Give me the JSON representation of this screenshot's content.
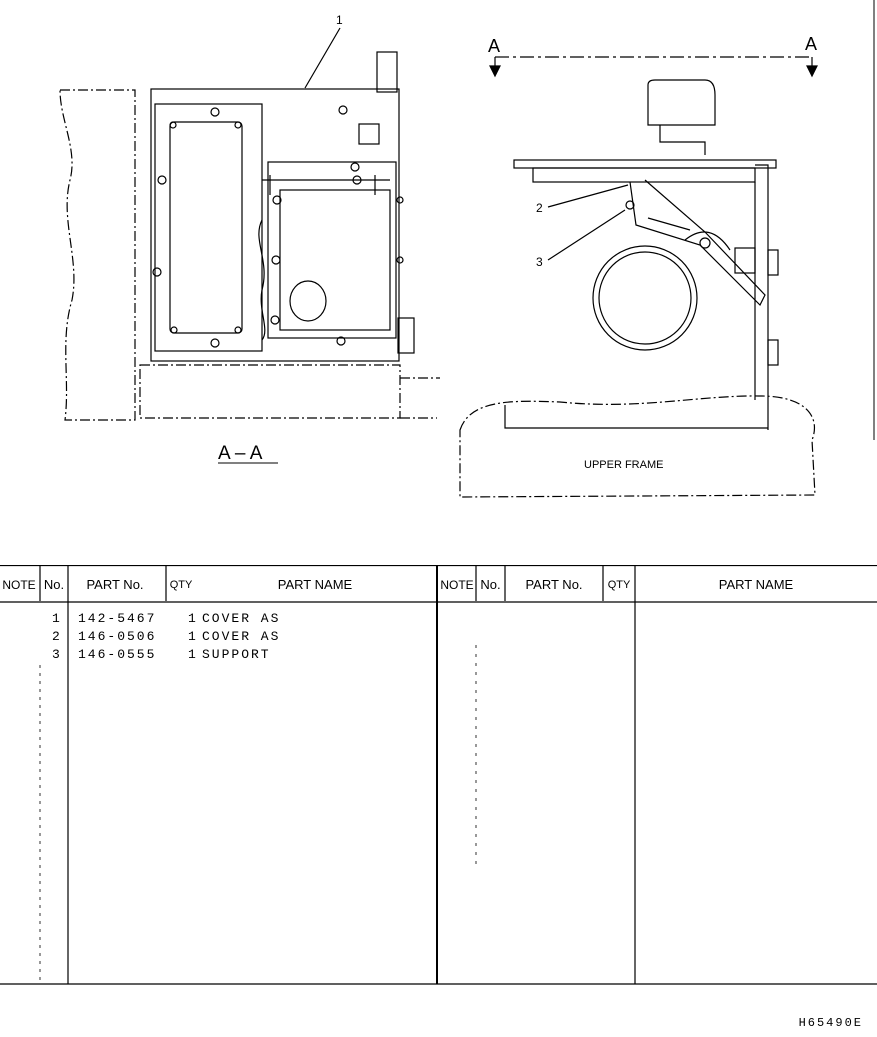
{
  "drawing": {
    "callouts": [
      "1",
      "2",
      "3"
    ],
    "section_marker_left": "A",
    "section_marker_right": "A",
    "section_label": "A – A",
    "upper_frame_label": "UPPER FRAME"
  },
  "table": {
    "left_headers": {
      "note": "NOTE",
      "no": "No.",
      "part_no": "PART No.",
      "qty": "QTY",
      "part_name": "PART NAME"
    },
    "right_headers": {
      "note": "NOTE",
      "no": "No.",
      "part_no": "PART No.",
      "qty": "QTY",
      "part_name": "PART NAME"
    },
    "rows": [
      {
        "no": "1",
        "part_no": "142-5467",
        "qty": "1",
        "part_name": "COVER AS"
      },
      {
        "no": "2",
        "part_no": "146-0506",
        "qty": "1",
        "part_name": "COVER AS"
      },
      {
        "no": "3",
        "part_no": "146-0555",
        "qty": "1",
        "part_name": "SUPPORT"
      }
    ]
  },
  "drawing_code": "H65490E"
}
